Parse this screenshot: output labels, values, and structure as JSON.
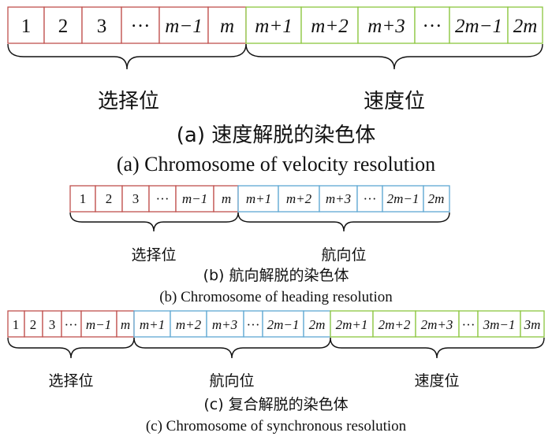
{
  "diagram_a": {
    "genes_left": [
      "1",
      "2",
      "3",
      "···",
      "m−1",
      "m"
    ],
    "genes_right": [
      "m+1",
      "m+2",
      "m+3",
      "···",
      "2m−1",
      "2m"
    ],
    "group_left": "选择位",
    "group_right": "速度位",
    "caption_zh": "(a) 速度解脱的染色体",
    "caption_en": "(a) Chromosome of velocity resolution"
  },
  "diagram_b": {
    "genes_left": [
      "1",
      "2",
      "3",
      "···",
      "m−1",
      "m"
    ],
    "genes_right": [
      "m+1",
      "m+2",
      "m+3",
      "···",
      "2m−1",
      "2m"
    ],
    "group_left": "选择位",
    "group_right": "航向位",
    "caption_zh": "(b) 航向解脱的染色体",
    "caption_en": "(b) Chromosome of heading resolution"
  },
  "diagram_c": {
    "genes_left": [
      "1",
      "2",
      "3",
      "···",
      "m−1",
      "m"
    ],
    "genes_mid": [
      "m+1",
      "m+2",
      "m+3",
      "···",
      "2m−1",
      "2m"
    ],
    "genes_right": [
      "2m+1",
      "2m+2",
      "2m+3",
      "···",
      "3m−1",
      "3m"
    ],
    "group_left": "选择位",
    "group_mid": "航向位",
    "group_right": "速度位",
    "caption_zh": "(c) 复合解脱的染色体",
    "caption_en": "(c) Chromosome of synchronous resolution"
  },
  "colors": {
    "selection": "#c0504d",
    "velocity": "#8cc63f",
    "heading": "#5fa8d3"
  }
}
